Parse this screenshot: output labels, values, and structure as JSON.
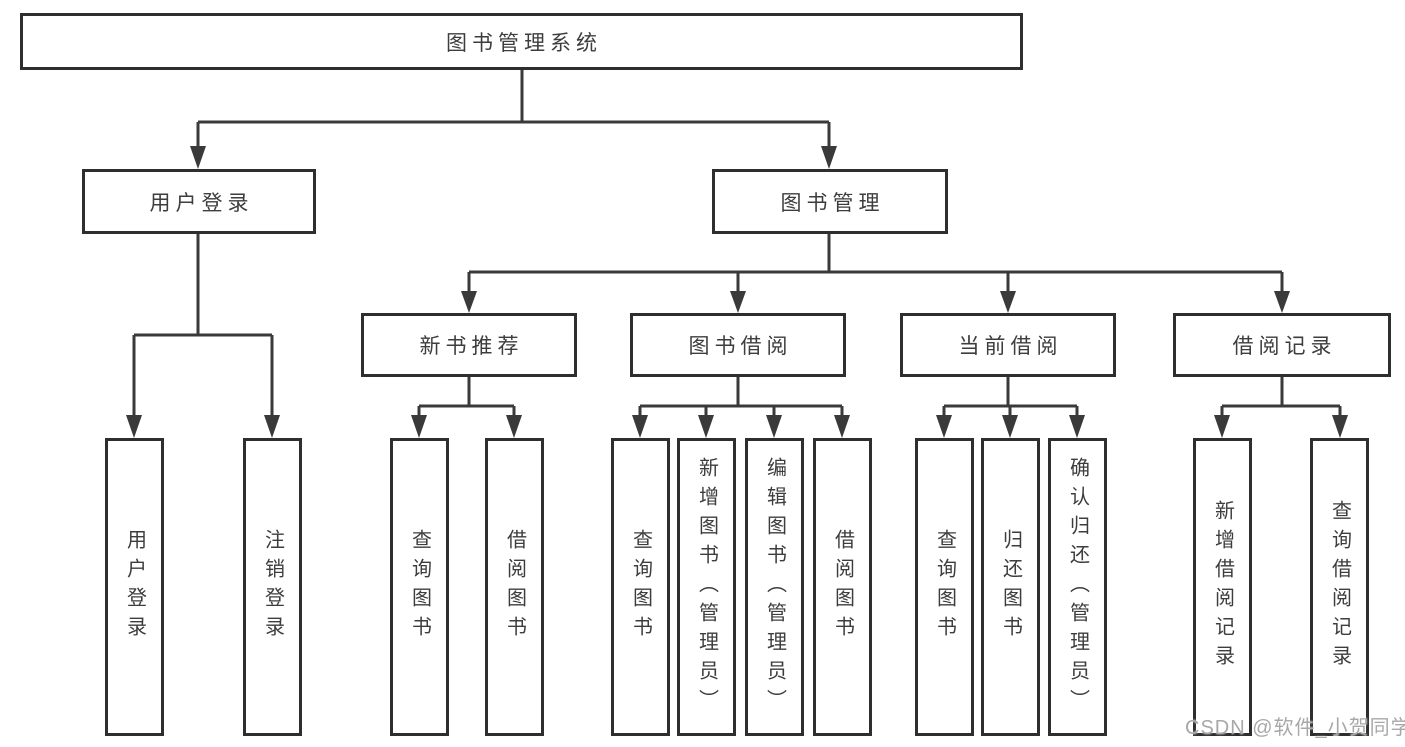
{
  "tree": {
    "root": "图书管理系统",
    "branches": [
      {
        "label": "用户登录",
        "leaves": [
          "用户登录",
          "注销登录"
        ]
      },
      {
        "label": "图书管理",
        "groups": [
          {
            "label": "新书推荐",
            "leaves": [
              "查询图书",
              "借阅图书"
            ]
          },
          {
            "label": "图书借阅",
            "leaves": [
              "查询图书",
              "新增图书（管理员）",
              "编辑图书（管理员）",
              "借阅图书"
            ]
          },
          {
            "label": "当前借阅",
            "leaves": [
              "查询图书",
              "归还图书",
              "确认归还（管理员）"
            ]
          },
          {
            "label": "借阅记录",
            "leaves": [
              "新增借阅记录",
              "查询借阅记录"
            ]
          }
        ]
      }
    ]
  },
  "watermark": {
    "text": "CSDN @软件_小贺同学"
  },
  "colors": {
    "line": "#3a3a3a",
    "border": "#2e2e2e",
    "text": "#3d3d3d",
    "watermark": "#a8a8a8"
  }
}
